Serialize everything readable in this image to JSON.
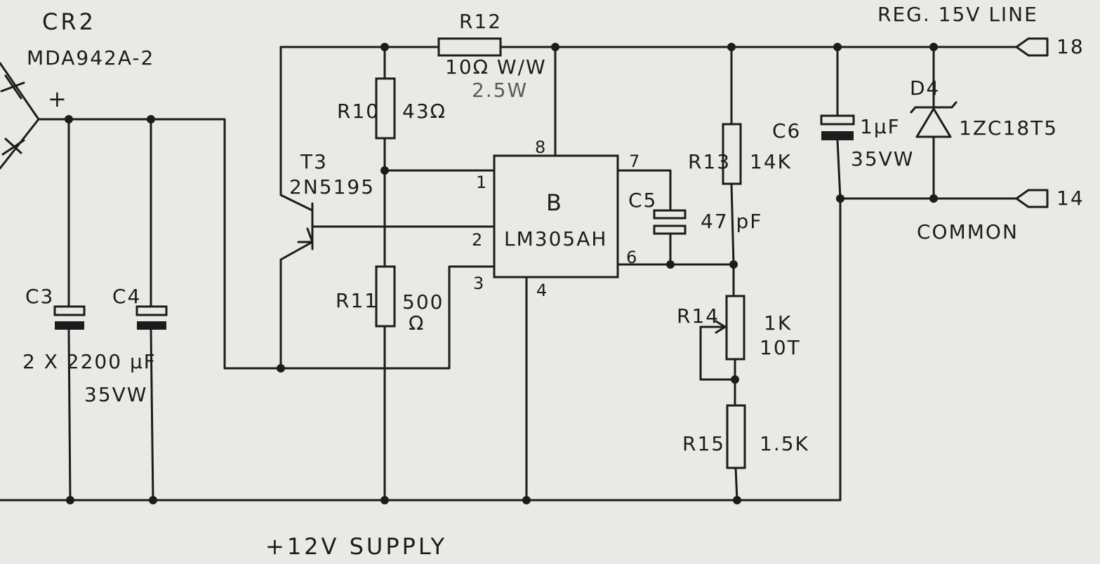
{
  "rectifier": {
    "ref": "CR2",
    "part": "MDA942A-2",
    "polarity": "+"
  },
  "capacitors": {
    "c3": {
      "ref": "C3"
    },
    "c4": {
      "ref": "C4"
    },
    "c3_c4_value": "2 X  2200 µF",
    "c3_c4_voltage": "35VW",
    "c5": {
      "ref": "C5",
      "value": "47 pF"
    },
    "c6": {
      "ref": "C6",
      "value": "1µF",
      "voltage": "35VW"
    }
  },
  "transistor": {
    "ref": "T3",
    "part": "2N5195"
  },
  "resistors": {
    "r10": {
      "ref": "R10",
      "value": "43Ω"
    },
    "r11": {
      "ref": "R11",
      "value": "500",
      "unit": "Ω"
    },
    "r12": {
      "ref": "R12",
      "value": "10Ω W/W",
      "power": "2.5W"
    },
    "r13": {
      "ref": "R13",
      "value": "14K"
    },
    "r14": {
      "ref": "R14",
      "value": "1K",
      "turns": "10T"
    },
    "r15": {
      "ref": "R15",
      "value": "1.5K"
    }
  },
  "ic": {
    "ref": "B",
    "part": "LM305AH",
    "pins": {
      "p1": "1",
      "p2": "2",
      "p3": "3",
      "p4": "4",
      "p6": "6",
      "p7": "7",
      "p8": "8"
    }
  },
  "diode": {
    "ref": "D4",
    "part": "1ZC18T5"
  },
  "terminals": {
    "t18": {
      "label": "REG. 15V LINE",
      "number": "18"
    },
    "t14": {
      "label": "COMMON",
      "number": "14"
    }
  },
  "supply": {
    "label": "+12V SUPPLY"
  }
}
